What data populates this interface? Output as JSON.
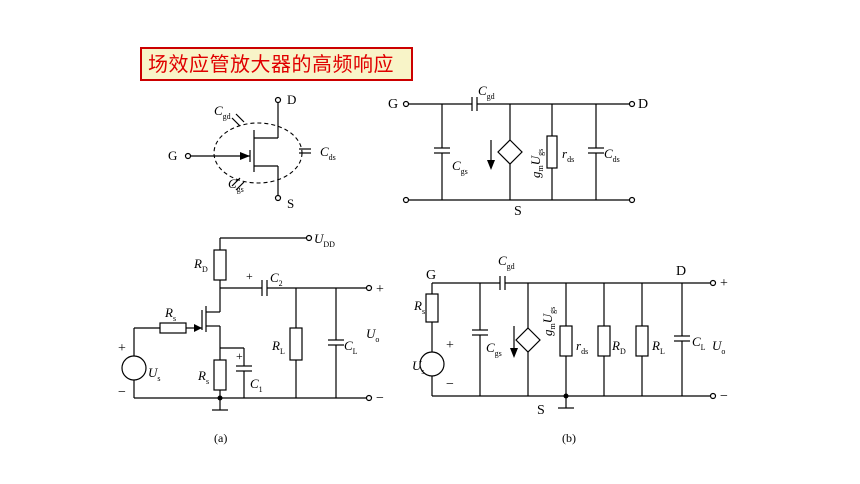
{
  "title": "场效应管放大器的高频响应",
  "fet_model": {
    "gate": "G",
    "drain": "D",
    "source": "S",
    "cgd": {
      "main": "C",
      "sub": "gd"
    },
    "cgs": {
      "main": "C",
      "sub": "gs"
    },
    "cds": {
      "main": "C",
      "sub": "ds"
    }
  },
  "equiv_top": {
    "gate": "G",
    "drain": "D",
    "source": "S",
    "cgd": {
      "main": "C",
      "sub": "gd"
    },
    "cgs": {
      "main": "C",
      "sub": "gs"
    },
    "gm": {
      "g": "g",
      "m": "m",
      "u": "U",
      "gs": "gs"
    },
    "rds": {
      "main": "r",
      "sub": "ds"
    },
    "cds": {
      "main": "C",
      "sub": "ds"
    }
  },
  "circuit_a": {
    "udd": {
      "main": "U",
      "sub": "DD"
    },
    "rd": {
      "main": "R",
      "sub": "D"
    },
    "c2": {
      "main": "C",
      "sub": "2"
    },
    "rs_in": {
      "main": "R",
      "sub": "s"
    },
    "rl": {
      "main": "R",
      "sub": "L"
    },
    "cl": {
      "main": "C",
      "sub": "L"
    },
    "uo": {
      "main": "U",
      "sub": "o"
    },
    "us": {
      "main": "U",
      "sub": "s"
    },
    "rs_src": {
      "main": "R",
      "sub": "s"
    },
    "c1": {
      "main": "C",
      "sub": "1"
    },
    "plus": "+",
    "minus": "−",
    "caption": "(a)"
  },
  "circuit_b": {
    "gate": "G",
    "drain": "D",
    "source": "S",
    "cgd": {
      "main": "C",
      "sub": "gd"
    },
    "rs": {
      "main": "R",
      "sub": "s"
    },
    "cgs": {
      "main": "C",
      "sub": "gs"
    },
    "gm": {
      "g": "g",
      "m": "m",
      "u": "U",
      "gs": "gs"
    },
    "rds": {
      "main": "r",
      "sub": "ds"
    },
    "rd": {
      "main": "R",
      "sub": "D"
    },
    "rl": {
      "main": "R",
      "sub": "L"
    },
    "cl": {
      "main": "C",
      "sub": "L"
    },
    "uo": {
      "main": "U",
      "sub": "o"
    },
    "us": {
      "main": "U",
      "sub": "s"
    },
    "plus": "+",
    "minus": "−",
    "caption": "(b)"
  }
}
